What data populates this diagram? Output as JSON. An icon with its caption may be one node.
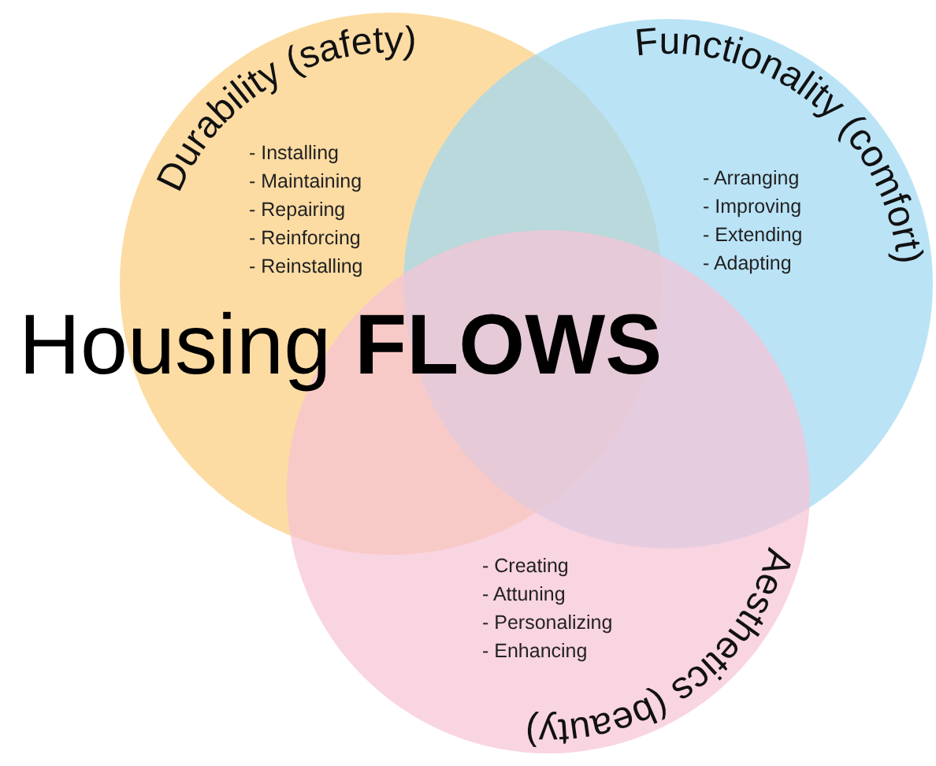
{
  "diagram": {
    "title": "Housing **FLOWS**",
    "nodes": [
      {
        "text": [
          "Durability (safety)",
          "- Installing",
          "- Maintaining",
          "- Repairing",
          "- Reinforcing",
          "- Reinstalling"
        ]
      },
      {
        "text": [
          "Functionality (comfort)",
          "- Arranging",
          "- Improving",
          "- Extending",
          "- Adapting"
        ]
      },
      {
        "text": [
          "Aesthetics (beauty)",
          "- Creating",
          "- Attuning",
          "- Personalizing",
          "- Enhancing"
        ]
      }
    ]
  }
}
